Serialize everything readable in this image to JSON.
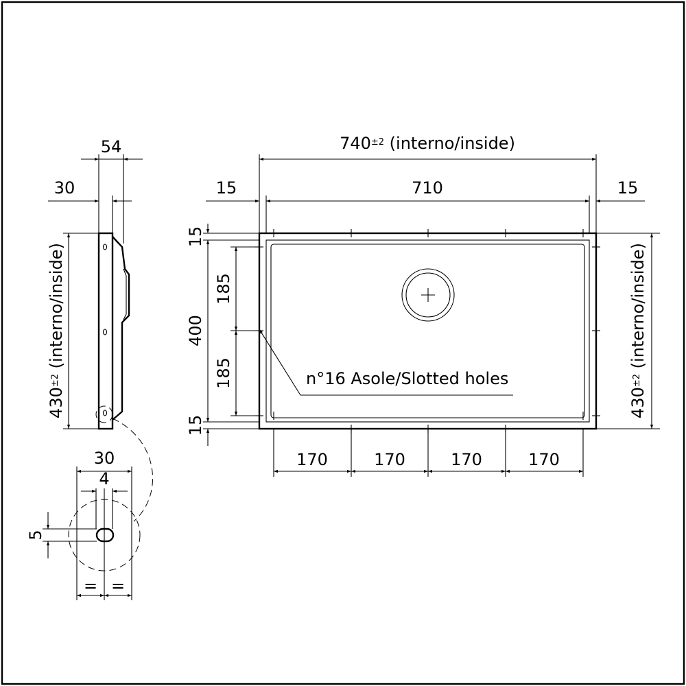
{
  "dims": {
    "overall_width": "740",
    "overall_tol": "±2",
    "overall_suffix": " (interno/inside)",
    "left_margin": "15",
    "span_710": "710",
    "right_margin": "15",
    "top_margin": "15",
    "bottom_margin": "15",
    "half_upper": "185",
    "half_lower": "185",
    "inner_400": "400",
    "spacing_1": "170",
    "spacing_2": "170",
    "spacing_3": "170",
    "spacing_4": "170",
    "height_left": "430",
    "height_left_tol": "±2",
    "height_left_suffix": " (interno/inside)",
    "height_right": "430",
    "height_right_tol": "±2",
    "height_right_suffix": " (interno/inside)",
    "side_depth": "54",
    "side_flange": "30",
    "detail_width": "30",
    "slot_width": "4",
    "slot_height": "5",
    "equal_left": "=",
    "equal_right": "="
  },
  "labels": {
    "slotted_holes": "n°16 Asole/Slotted holes"
  }
}
